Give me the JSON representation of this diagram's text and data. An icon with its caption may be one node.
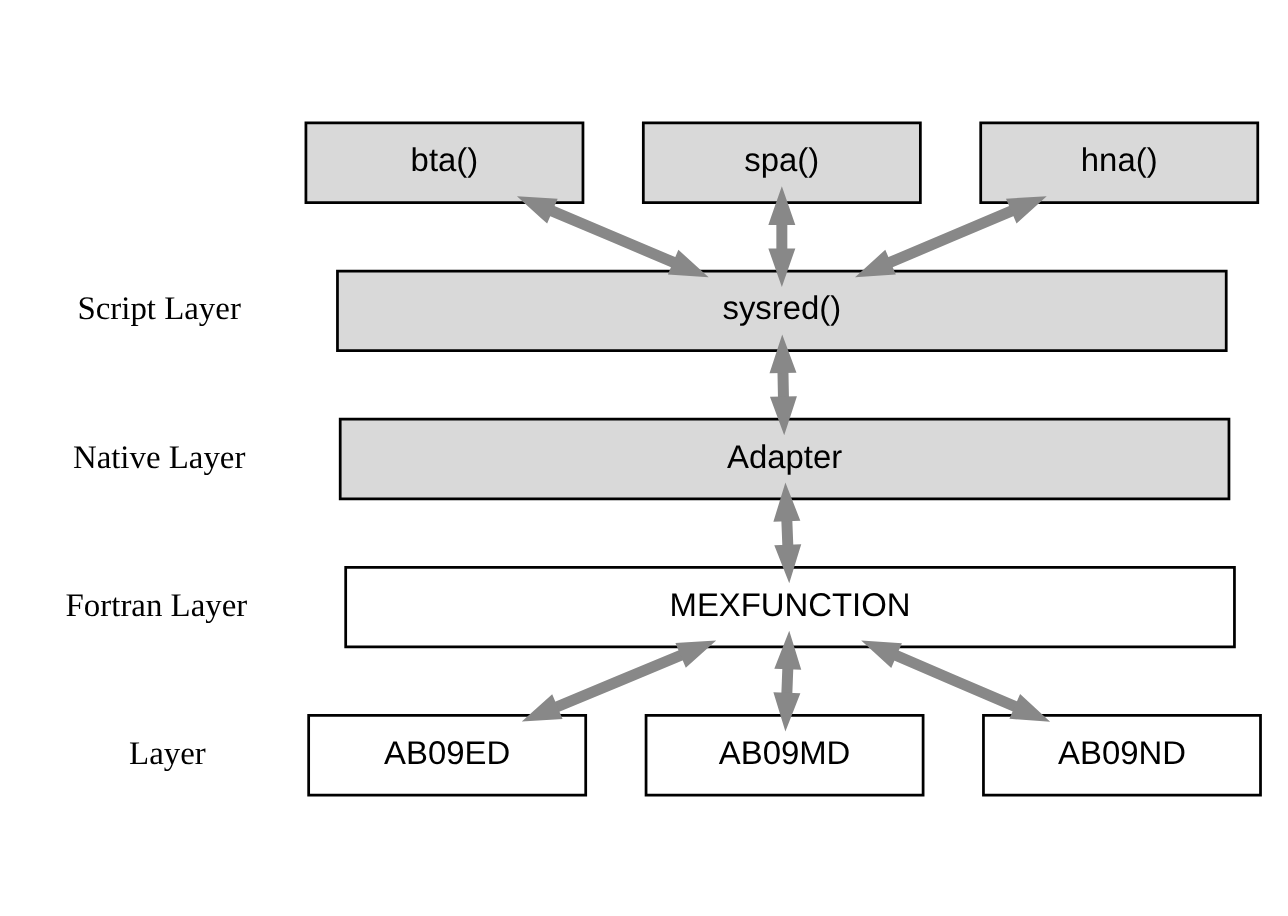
{
  "diagram": {
    "nodes": [
      {
        "text": [
          "bta()"
        ]
      },
      {
        "text": [
          "spa()"
        ]
      },
      {
        "text": [
          "hna()"
        ]
      },
      {
        "text": [
          "sysred()"
        ]
      },
      {
        "text": [
          "Adapter"
        ]
      },
      {
        "text": [
          "MEXFUNCTION"
        ]
      },
      {
        "text": [
          "AB09ED"
        ]
      },
      {
        "text": [
          "AB09MD"
        ]
      },
      {
        "text": [
          "AB09ND"
        ]
      }
    ],
    "edges": [
      {
        "from": 0,
        "to": 3,
        "arrow": "both"
      },
      {
        "from": 1,
        "to": 3,
        "arrow": "both"
      },
      {
        "from": 2,
        "to": 3,
        "arrow": "both"
      },
      {
        "from": 3,
        "to": 4,
        "arrow": "both"
      },
      {
        "from": 4,
        "to": 5,
        "arrow": "both"
      },
      {
        "from": 5,
        "to": 6,
        "arrow": "both"
      },
      {
        "from": 5,
        "to": 7,
        "arrow": "both"
      },
      {
        "from": 5,
        "to": 8,
        "arrow": "both"
      }
    ],
    "labels": [
      "Script Layer",
      "Native Layer",
      "Fortran Layer",
      "Layer"
    ]
  }
}
